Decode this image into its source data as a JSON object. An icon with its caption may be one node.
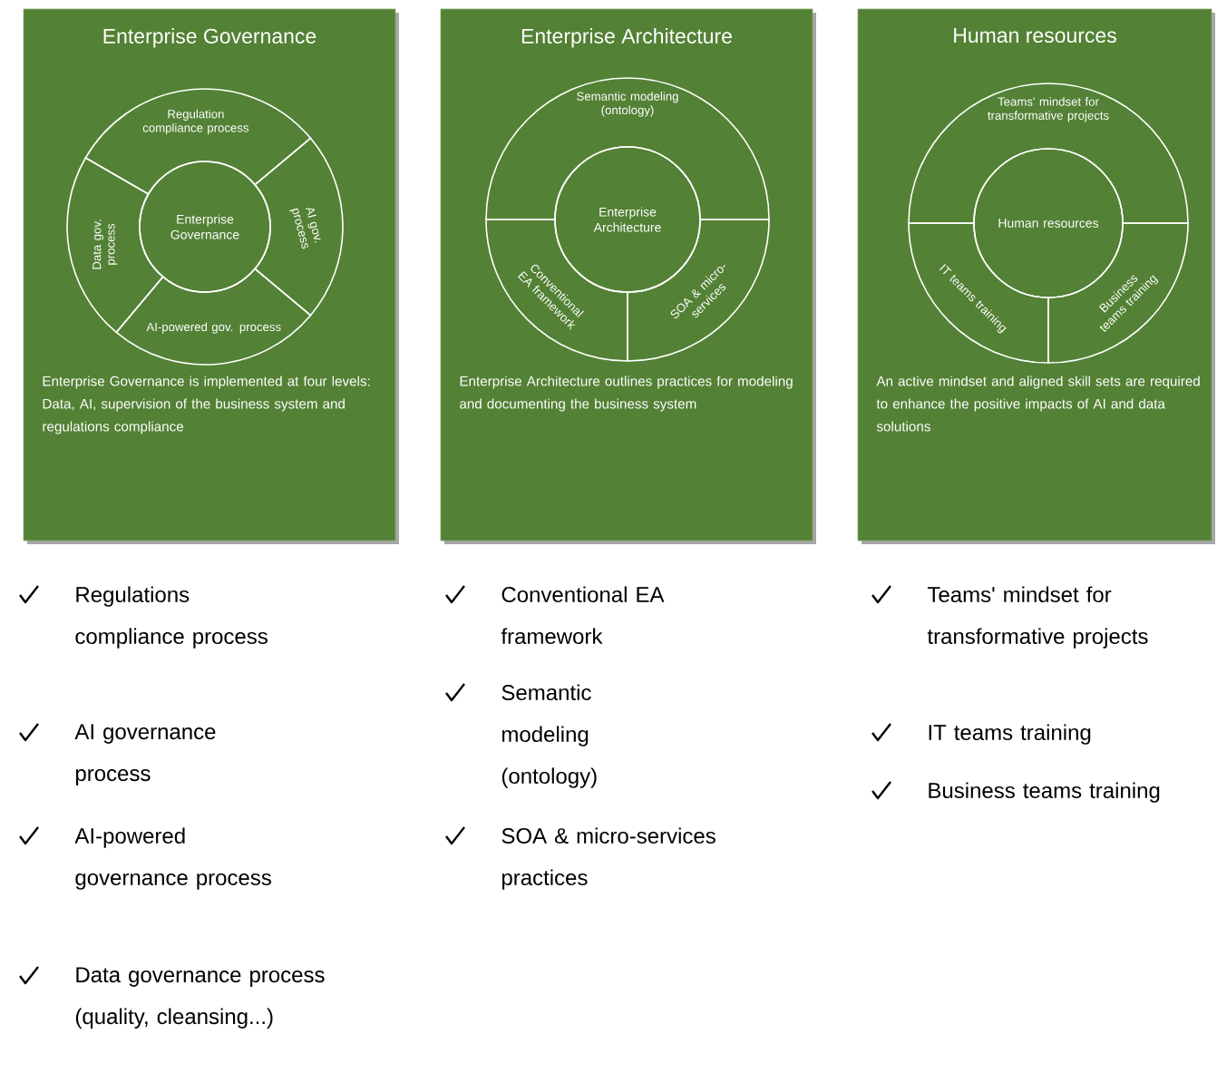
{
  "diagram": {
    "nodes": [
      {
        "text": [
          "Enterprise Governance",
          "Enterprise Governance is implemented at four levels: Data, AI, supervision of the business system and regulations compliance"
        ]
      },
      {
        "text": [
          "Enterprise Governance"
        ],
        "in": 0
      },
      {
        "text": [
          "Regulation compliance process"
        ],
        "in": 0
      },
      {
        "text": [
          "Data gov. process"
        ],
        "in": 0
      },
      {
        "text": [
          "AI gov. process"
        ],
        "in": 0
      },
      {
        "text": [
          "AI-powered gov. process"
        ],
        "in": 0
      },
      {
        "text": [
          "Enterprise Architecture",
          "Enterprise Architecture outlines practices for modeling and documenting the business system"
        ]
      },
      {
        "text": [
          "Enterprise Architecture"
        ],
        "in": 6
      },
      {
        "text": [
          "Semantic modeling (ontology)"
        ],
        "in": 6
      },
      {
        "text": [
          "Conventional EA framework"
        ],
        "in": 6
      },
      {
        "text": [
          "SOA & micro-services"
        ],
        "in": 6
      },
      {
        "text": [
          "Human resources",
          "An active mindset and aligned skill sets are required to enhance the positive impacts of AI and data solutions"
        ]
      },
      {
        "text": [
          "Human resources"
        ],
        "in": 11
      },
      {
        "text": [
          "Teams' mindset for transformative projects"
        ],
        "in": 11
      },
      {
        "text": [
          "IT teams training"
        ],
        "in": 11
      },
      {
        "text": [
          "Business teams training"
        ],
        "in": 11
      }
    ],
    "labels": [
      "Regulations compliance process",
      "AI governance process",
      "AI-powered governance process",
      "Data governance process (quality, cleansing...)",
      "Conventional EA framework",
      "Semantic modeling (ontology)",
      "SOA & micro-services practices",
      "Teams' mindset for transformative projects",
      "IT teams training",
      "Business teams training"
    ]
  }
}
